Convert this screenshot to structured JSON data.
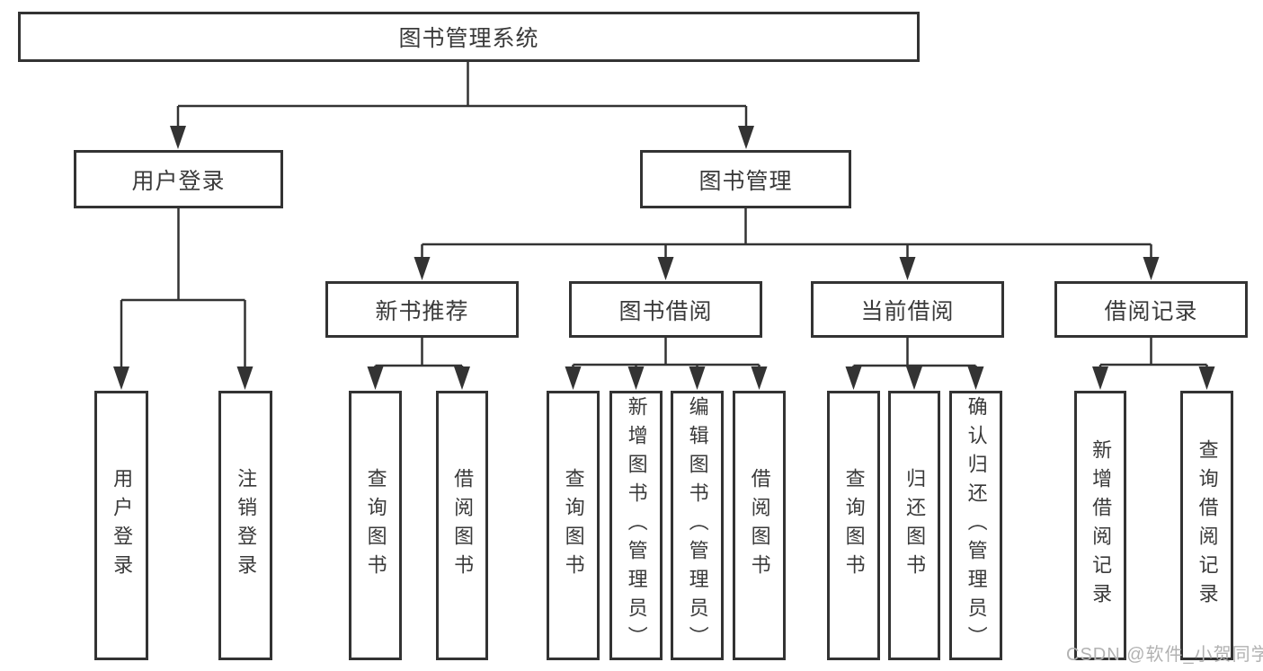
{
  "tree": {
    "label": "图书管理系统",
    "children": [
      {
        "label": "用户登录",
        "children": [
          {
            "label": "用户登录"
          },
          {
            "label": "注销登录"
          }
        ]
      },
      {
        "label": "图书管理",
        "children": [
          {
            "label": "新书推荐",
            "children": [
              {
                "label": "查询图书"
              },
              {
                "label": "借阅图书"
              }
            ]
          },
          {
            "label": "图书借阅",
            "children": [
              {
                "label": "查询图书"
              },
              {
                "label": "新增图书（管理员）"
              },
              {
                "label": "编辑图书（管理员）"
              },
              {
                "label": "借阅图书"
              }
            ]
          },
          {
            "label": "当前借阅",
            "children": [
              {
                "label": "查询图书"
              },
              {
                "label": "归还图书"
              },
              {
                "label": "确认归还（管理员）"
              }
            ]
          },
          {
            "label": "借阅记录",
            "children": [
              {
                "label": "新增借阅记录"
              },
              {
                "label": "查询借阅记录"
              }
            ]
          }
        ]
      }
    ]
  },
  "watermark": {
    "text": "CSDN @软件_小贺同学"
  },
  "colors": {
    "line": "#333333",
    "text": "#3a3a3a",
    "background": "#ffffff",
    "watermark": "#b2b2b2"
  }
}
